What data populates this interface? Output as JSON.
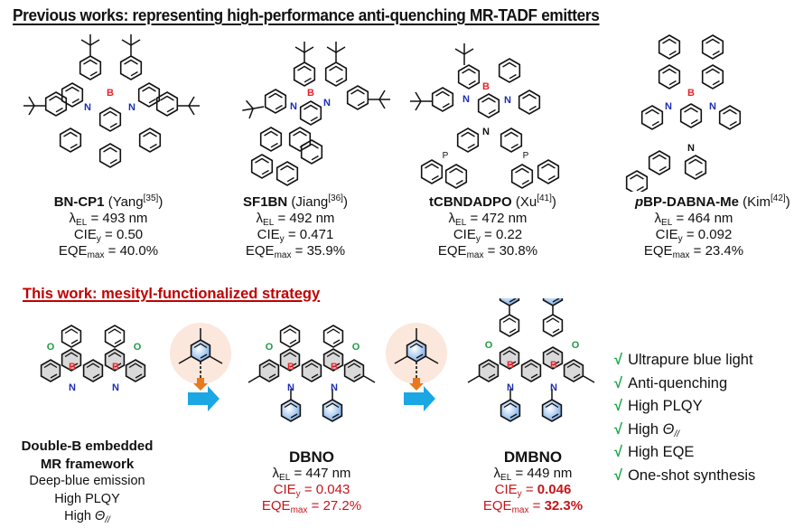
{
  "header": {
    "previous_title": "Previous works: representing high-performance anti-quenching MR-TADF emitters",
    "this_work_title": "This work: mesityl-functionalized strategy"
  },
  "previous_works": [
    {
      "name": "BN-CP1",
      "author": "Yang",
      "ref": "[35]",
      "lambda_el": "493 nm",
      "cie_y": "0.50",
      "eqe_max": "40.0%"
    },
    {
      "name": "SF1BN",
      "author": "Jiang",
      "ref": "[36]",
      "lambda_el": "492 nm",
      "cie_y": "0.471",
      "eqe_max": "35.9%"
    },
    {
      "name": "tCBNDADPO",
      "author": "Xu",
      "ref": "[41]",
      "lambda_el": "472 nm",
      "cie_y": "0.22",
      "eqe_max": "30.8%"
    },
    {
      "name_prefix": "p",
      "name": "BP-DABNA-Me",
      "author": "Kim",
      "ref": "[42]",
      "lambda_el": "464 nm",
      "cie_y": "0.092",
      "eqe_max": "23.4%"
    }
  ],
  "labels": {
    "lambda": "λ",
    "el_sub": "EL",
    "cie": "CIE",
    "y_sub": "y",
    "eqe": "EQE",
    "max_sub": "max",
    "eq": " = ",
    "open_paren": " (",
    "close_paren": ")"
  },
  "atoms": {
    "boron": "B",
    "nitrogen": "N",
    "oxygen": "O",
    "phosphorus": "P"
  },
  "framework": {
    "line1": "Double-B embedded",
    "line2": "MR framework",
    "features": [
      "Deep-blue emission",
      "High PLQY",
      "High "
    ],
    "theta": "Θ",
    "theta_sub": "//"
  },
  "this_work": [
    {
      "name": "DBNO",
      "lambda_el": "447 nm",
      "cie_y": "0.043",
      "eqe_max": "27.2%"
    },
    {
      "name": "DMBNO",
      "lambda_el": "449 nm",
      "cie_y": "0.046",
      "eqe_max": "32.3%"
    }
  ],
  "benefits": {
    "check": "√",
    "items": [
      "Ultrapure blue light",
      "Anti-quenching",
      "High PLQY",
      "High ",
      "High EQE",
      "One-shot synthesis"
    ],
    "theta": "Θ",
    "theta_sub": "//"
  },
  "colors": {
    "boron": "#e8232a",
    "nitrogen": "#1c2db5",
    "oxygen": "#1f9a46",
    "highlight_red": "#c3161c",
    "check_green": "#1aa64a",
    "arrow_blue": "#1aa7e4",
    "arrow_orange": "#e87a1d",
    "circle_bg": "#fbe7dc",
    "mesityl_fill": "#8fb9ea",
    "core_gray": "#d9d9d9"
  }
}
